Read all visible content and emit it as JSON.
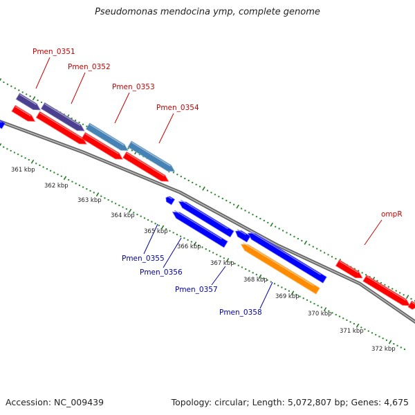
{
  "title": "Pseudomonas mendocina ymp, complete genome",
  "footer": {
    "accession": "Accession: NC_009439",
    "summary": "Topology: circular; Length: 5,072,807 bp; Genes: 4,675"
  },
  "colors": {
    "forward_label": "#cc0000",
    "reverse_label": "#0000aa",
    "red": "#ff0000",
    "purple": "#4b3f8f",
    "steel_blue": "#4682b4",
    "blue": "#0000ff",
    "orange": "#ff8c00",
    "backbone": "#888888",
    "tick": "#228b22"
  },
  "forward_labels": [
    "Pmen_0351",
    "Pmen_0352",
    "Pmen_0353",
    "Pmen_0354",
    "ompR"
  ],
  "reverse_labels": [
    "Pmen_0355",
    "Pmen_0356",
    "Pmen_0357",
    "Pmen_0358"
  ],
  "scale_labels": [
    "361 kbp",
    "362 kbp",
    "363 kbp",
    "364 kbp",
    "365 kbp",
    "366 kbp",
    "367 kbp",
    "368 kbp",
    "369 kbp",
    "370 kbp",
    "371 kbp",
    "372 kbp"
  ]
}
